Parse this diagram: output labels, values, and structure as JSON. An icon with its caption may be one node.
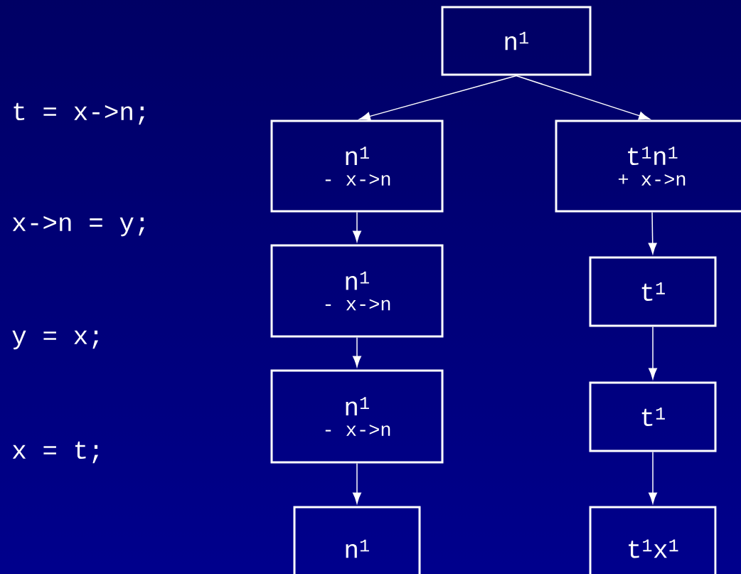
{
  "diagram": {
    "nodes": [
      {
        "text": [
          "n$^{1}$"
        ]
      },
      {
        "text": [
          "n$^{1}$",
          "- x->n"
        ]
      },
      {
        "text": [
          "t$^{1}$n$^{1}$",
          "+ x->n"
        ]
      },
      {
        "text": [
          "n$^{1}$",
          "- x->n"
        ]
      },
      {
        "text": [
          "n$^{1}$",
          "- x->n"
        ]
      },
      {
        "text": [
          "n$^{1}$"
        ]
      },
      {
        "text": [
          "t$^{1}$"
        ]
      },
      {
        "text": [
          "t$^{1}$"
        ]
      },
      {
        "text": [
          "t$^{1}$x$^{1}$"
        ]
      }
    ],
    "edges": [
      {
        "from": 0,
        "to": 1,
        "arrow": "to"
      },
      {
        "from": 0,
        "to": 2,
        "arrow": "to"
      },
      {
        "from": 1,
        "to": 3,
        "arrow": "to"
      },
      {
        "from": 3,
        "to": 4,
        "arrow": "to"
      },
      {
        "from": 4,
        "to": 5,
        "arrow": "to"
      },
      {
        "from": 2,
        "to": 6,
        "arrow": "to"
      },
      {
        "from": 6,
        "to": 7,
        "arrow": "to"
      },
      {
        "from": 7,
        "to": 8,
        "arrow": "to"
      }
    ],
    "labels": [
      "t = x->n;",
      "x->n = y;",
      "y = x;",
      "x = t;"
    ]
  }
}
